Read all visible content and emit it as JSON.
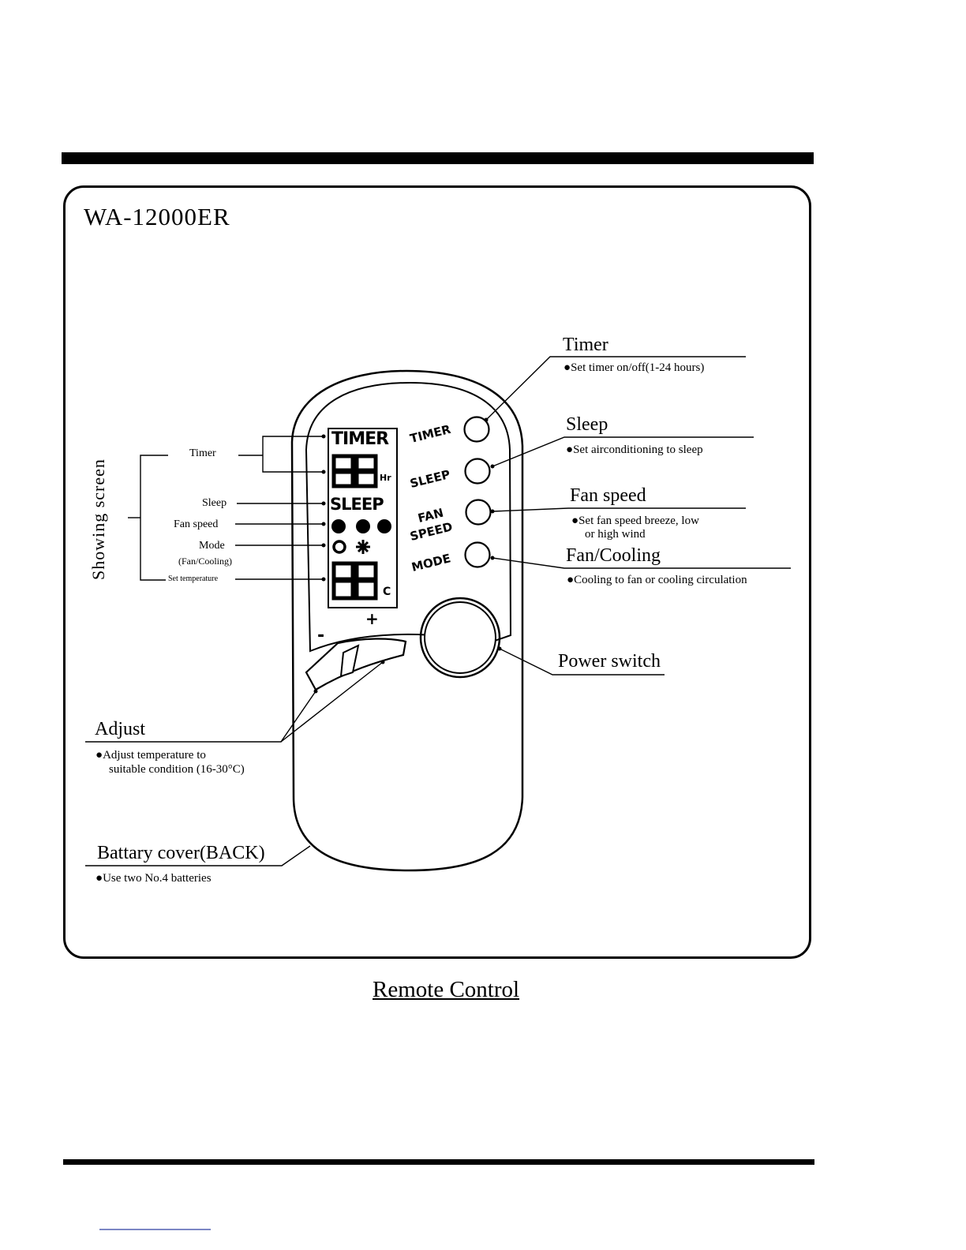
{
  "header": {
    "model": "WA-12000ER"
  },
  "caption": "Remote Control",
  "remote_buttons": {
    "timer": "TIMER",
    "sleep": "SLEEP",
    "fan_line1": "FAN",
    "fan_line2": "SPEED",
    "mode": "MODE",
    "minus": "-",
    "plus": "+"
  },
  "lcd": {
    "timer_text": "TIMER",
    "digits_top": "88",
    "hr": "Hr",
    "sleep_text": "SLEEP",
    "digits_bottom": "88",
    "celsius": "C"
  },
  "screen_labels": {
    "group": "Showing screen",
    "timer": "Timer",
    "sleep": "Sleep",
    "fan_speed": "Fan speed",
    "mode_line1": "Mode",
    "mode_line2": "(Fan/Cooling)",
    "set_temperature": "Set temperature"
  },
  "callouts": {
    "timer": {
      "title": "Timer",
      "desc": "Set timer on/off(1-24 hours)"
    },
    "sleep": {
      "title": "Sleep",
      "desc": "Set airconditioning to sleep"
    },
    "fan_speed": {
      "title": "Fan speed",
      "desc_line1": "Set fan speed breeze, low",
      "desc_line2": "or high wind"
    },
    "fan_cooling": {
      "title": "Fan/Cooling",
      "desc": "Cooling to fan or cooling circulation"
    },
    "power": {
      "title": "Power switch"
    },
    "adjust": {
      "title": "Adjust",
      "desc_line1": "Adjust temperature to",
      "desc_line2": "suitable condition (16-30°C)"
    },
    "battery": {
      "title": "Battary cover(BACK)",
      "desc": "Use two No.4 batteries"
    }
  },
  "bullet": "●"
}
